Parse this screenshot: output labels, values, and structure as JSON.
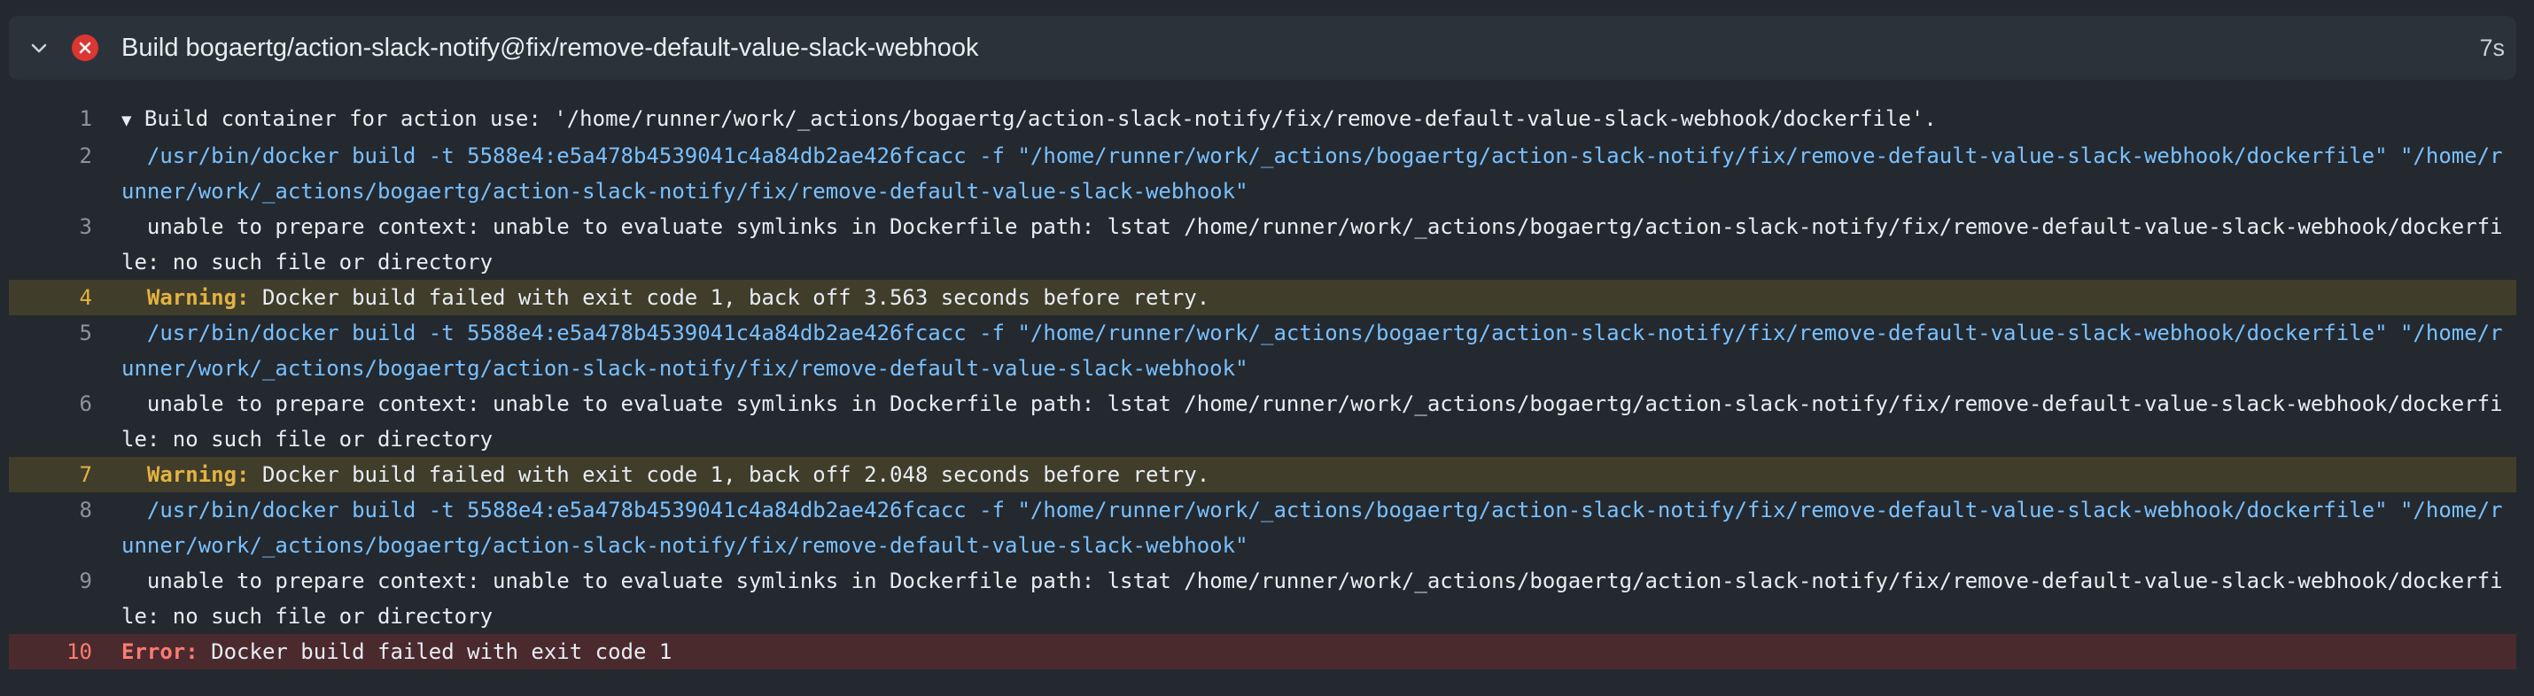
{
  "step": {
    "title": "Build bogaertg/action-slack-notify@fix/remove-default-value-slack-webhook",
    "duration": "7s",
    "status": "failed",
    "colors": {
      "failed": "#da3633",
      "warning_text": "#e3b341",
      "warning_bg": "#413d2b",
      "error_text": "#ff7b72",
      "error_bg": "#4b2a2e",
      "command_text": "#79c0ff"
    }
  },
  "lines": [
    {
      "n": "1",
      "type": "group",
      "text": "Build container for action use: '/home/runner/work/_actions/bogaertg/action-slack-notify/fix/remove-default-value-slack-webhook/dockerfile'."
    },
    {
      "n": "2",
      "type": "command",
      "text": "/usr/bin/docker build -t 5588e4:e5a478b4539041c4a84db2ae426fcacc -f \"/home/runner/work/_actions/bogaertg/action-slack-notify/fix/remove-default-value-slack-webhook/dockerfile\" \"/home/runner/work/_actions/bogaertg/action-slack-notify/fix/remove-default-value-slack-webhook\""
    },
    {
      "n": "3",
      "type": "plain",
      "text": "unable to prepare context: unable to evaluate symlinks in Dockerfile path: lstat /home/runner/work/_actions/bogaertg/action-slack-notify/fix/remove-default-value-slack-webhook/dockerfile: no such file or directory"
    },
    {
      "n": "4",
      "type": "warning",
      "label": "Warning:",
      "text": "Docker build failed with exit code 1, back off 3.563 seconds before retry."
    },
    {
      "n": "5",
      "type": "command",
      "text": "/usr/bin/docker build -t 5588e4:e5a478b4539041c4a84db2ae426fcacc -f \"/home/runner/work/_actions/bogaertg/action-slack-notify/fix/remove-default-value-slack-webhook/dockerfile\" \"/home/runner/work/_actions/bogaertg/action-slack-notify/fix/remove-default-value-slack-webhook\""
    },
    {
      "n": "6",
      "type": "plain",
      "text": "unable to prepare context: unable to evaluate symlinks in Dockerfile path: lstat /home/runner/work/_actions/bogaertg/action-slack-notify/fix/remove-default-value-slack-webhook/dockerfile: no such file or directory"
    },
    {
      "n": "7",
      "type": "warning",
      "label": "Warning:",
      "text": "Docker build failed with exit code 1, back off 2.048 seconds before retry."
    },
    {
      "n": "8",
      "type": "command",
      "text": "/usr/bin/docker build -t 5588e4:e5a478b4539041c4a84db2ae426fcacc -f \"/home/runner/work/_actions/bogaertg/action-slack-notify/fix/remove-default-value-slack-webhook/dockerfile\" \"/home/runner/work/_actions/bogaertg/action-slack-notify/fix/remove-default-value-slack-webhook\""
    },
    {
      "n": "9",
      "type": "plain",
      "text": "unable to prepare context: unable to evaluate symlinks in Dockerfile path: lstat /home/runner/work/_actions/bogaertg/action-slack-notify/fix/remove-default-value-slack-webhook/dockerfile: no such file or directory"
    },
    {
      "n": "10",
      "type": "error",
      "label": "Error:",
      "text": "Docker build failed with exit code 1"
    }
  ]
}
